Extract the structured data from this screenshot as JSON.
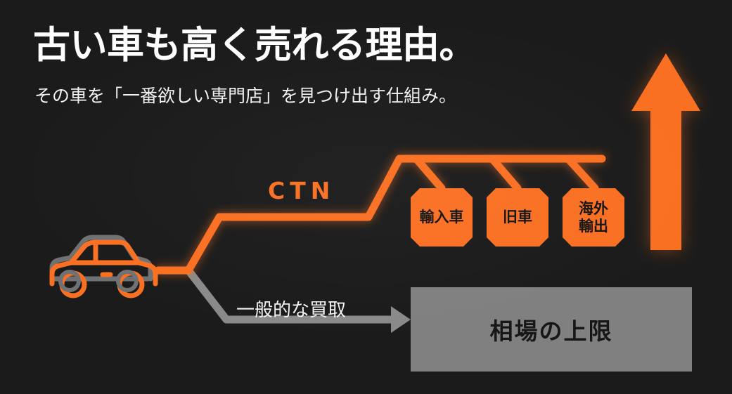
{
  "page": {
    "background_color": "#1b1b1b",
    "accent_color": "#fa7023",
    "muted_color": "#808080",
    "text_color": "#ffffff"
  },
  "header": {
    "title": "古い車も高く売れる理由。",
    "subtitle": "その車を「一番欲しい専門店」を見つけ出す仕組み。"
  },
  "diagram": {
    "source": {
      "icon": "classic-car-icon",
      "label": ""
    },
    "ctn_route": {
      "label": "CTN",
      "color": "#fa7023"
    },
    "generic_route": {
      "label": "一般的な買取",
      "color": "#8a8a8a"
    },
    "destinations": [
      {
        "label": "輸入車"
      },
      {
        "label": "旧車"
      },
      {
        "label": "海外\n輸出",
        "line1": "海外",
        "line2": "輸出"
      }
    ],
    "ceiling": {
      "label": "相場の上限",
      "color": "#808080"
    },
    "upside_arrow": {
      "icon": "arrow-up-icon",
      "color": "#fa7023"
    }
  }
}
